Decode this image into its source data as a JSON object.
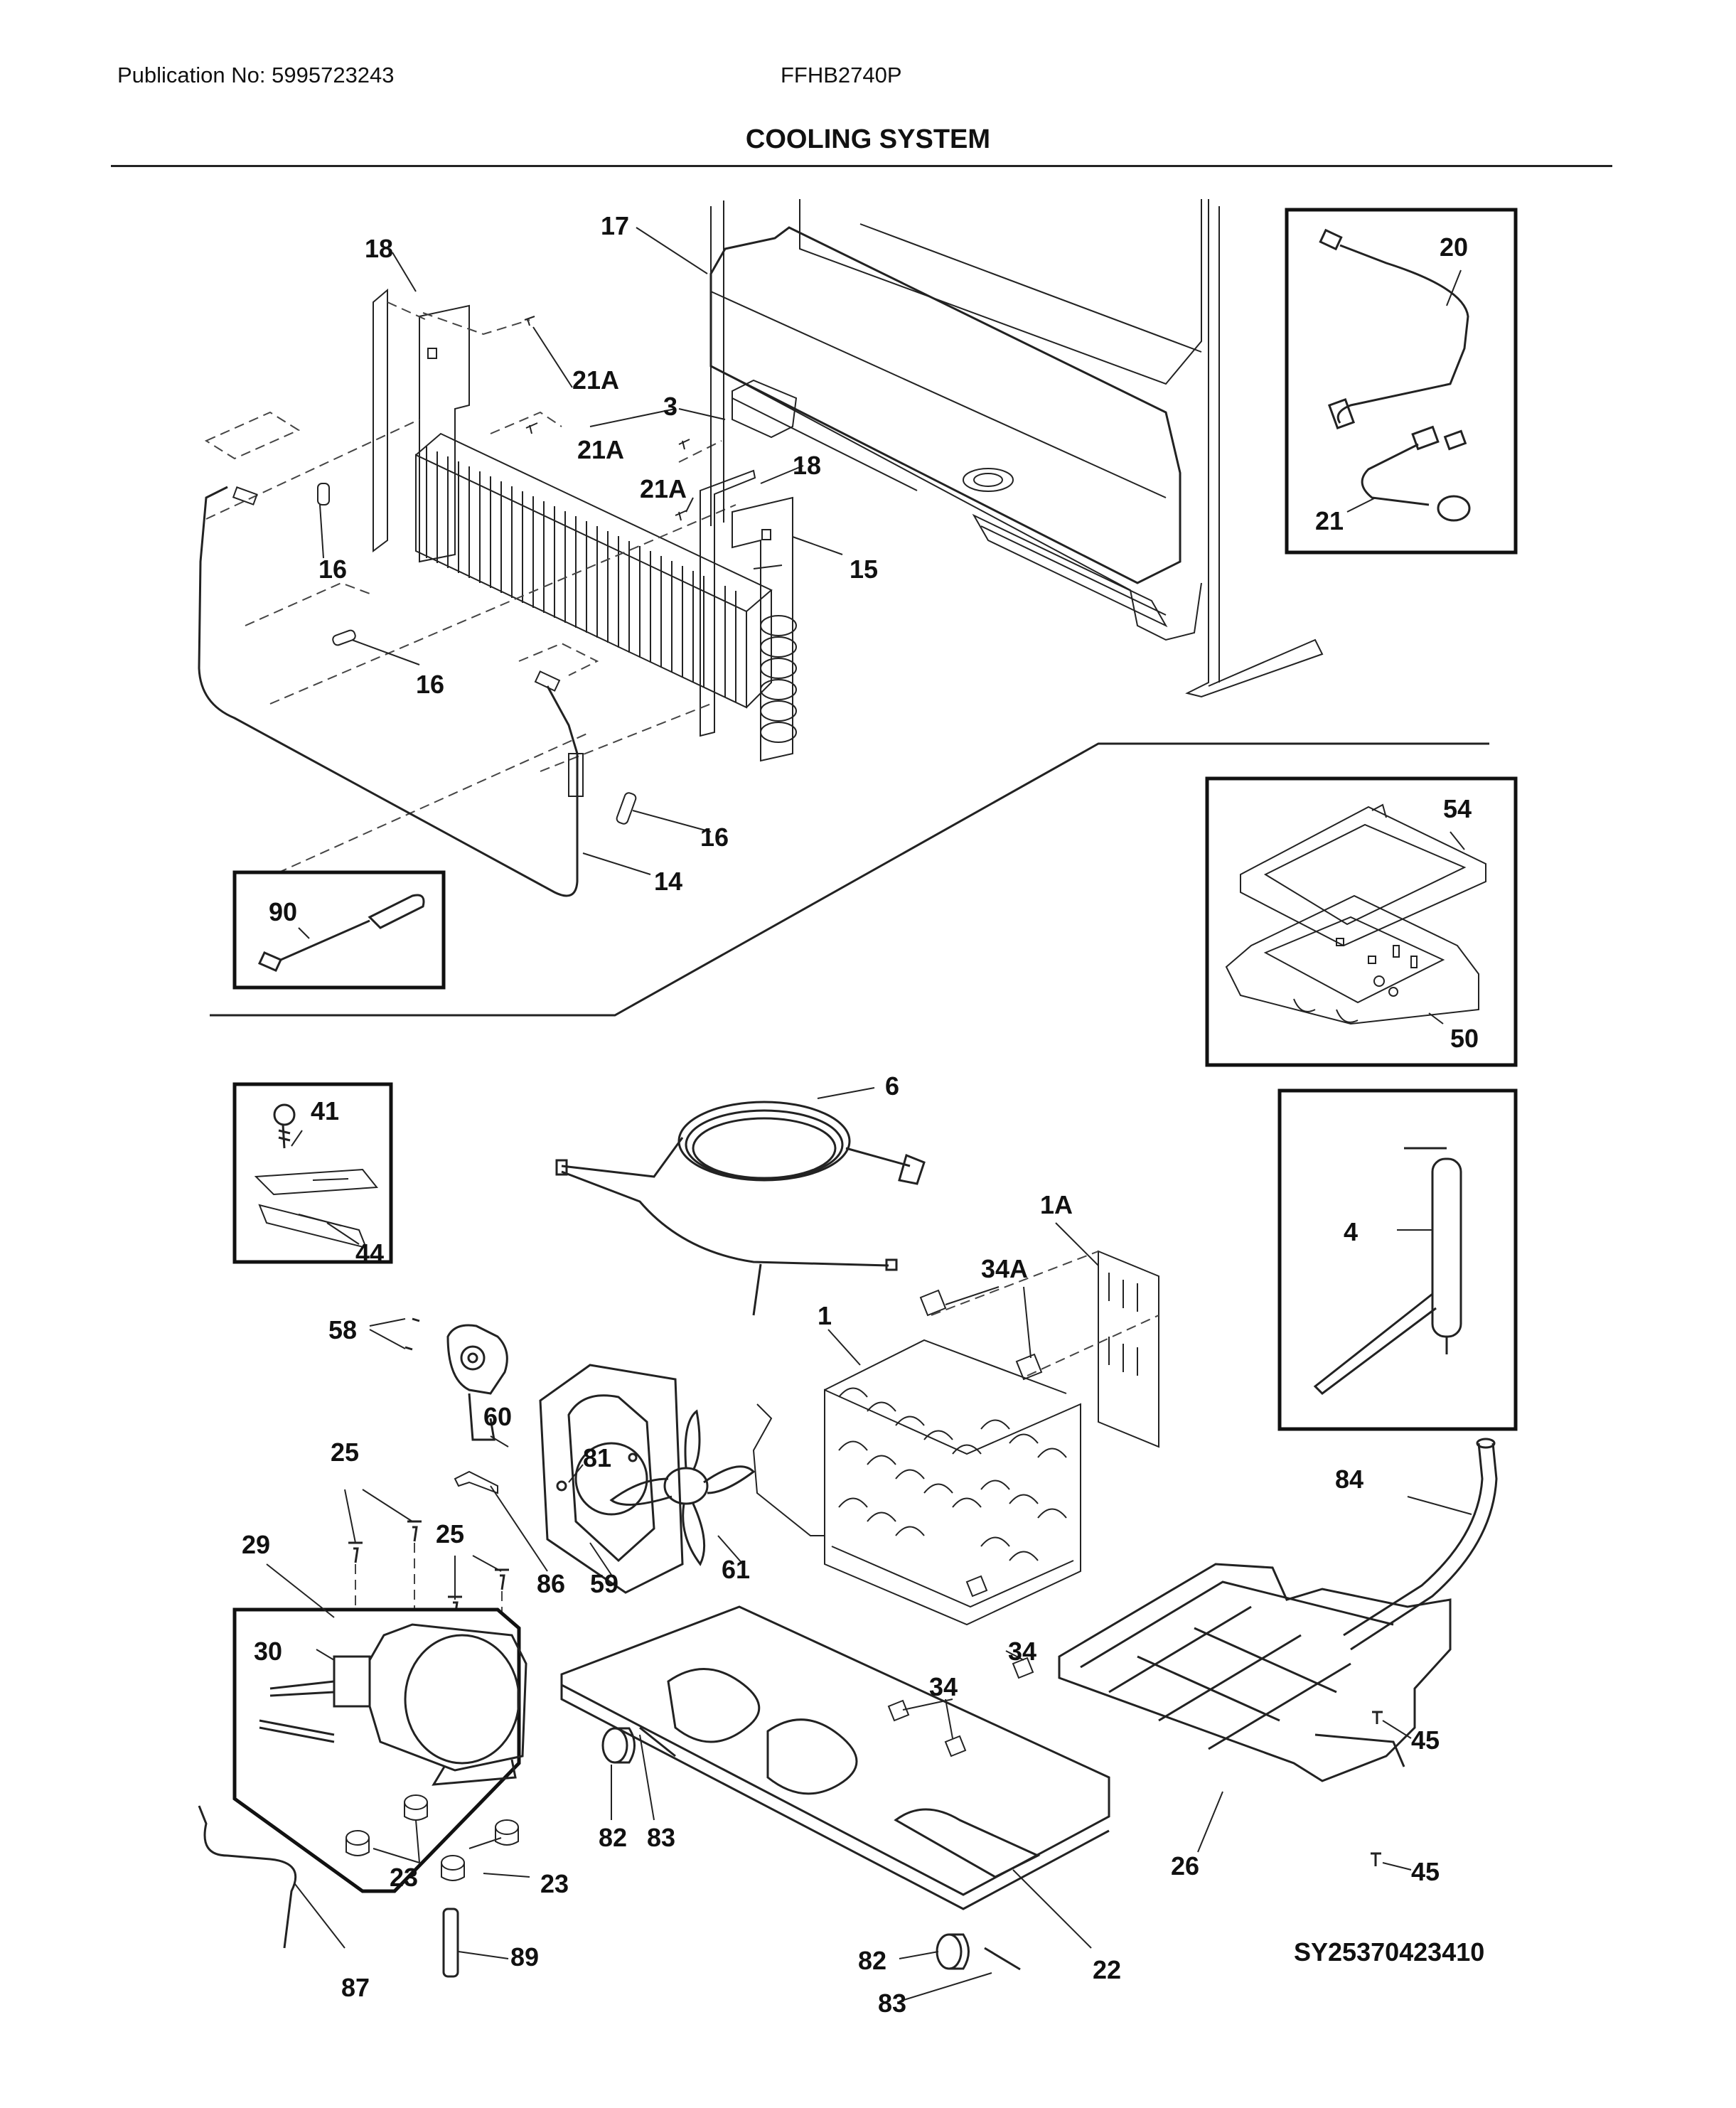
{
  "header": {
    "publication": "Publication No: 5995723243",
    "model": "FFHB2740P",
    "section_title": "COOLING SYSTEM"
  },
  "diagram_code": "SY25370423410",
  "callouts": {
    "c17": "17",
    "c18a": "18",
    "c18b": "18",
    "c20": "20",
    "c21": "21",
    "c21a1": "21A",
    "c21a2": "21A",
    "c21a3": "21A",
    "c3": "3",
    "c16a": "16",
    "c16b": "16",
    "c16c": "16",
    "c15": "15",
    "c14": "14",
    "c90": "90",
    "c54": "54",
    "c50": "50",
    "c6": "6",
    "c41": "41",
    "c44": "44",
    "c1a": "1A",
    "c34a": "34A",
    "c1": "1",
    "c4": "4",
    "c58": "58",
    "c60": "60",
    "c81": "81",
    "c25a": "25",
    "c25b": "25",
    "c29": "29",
    "c86": "86",
    "c59": "59",
    "c61": "61",
    "c84": "84",
    "c30": "30",
    "c34b": "34",
    "c34c": "34",
    "c45a": "45",
    "c45b": "45",
    "c26": "26",
    "c23a": "23",
    "c23b": "23",
    "c82a": "82",
    "c83a": "83",
    "c89": "89",
    "c87": "87",
    "c22": "22",
    "c82b": "82",
    "c83b": "83"
  }
}
